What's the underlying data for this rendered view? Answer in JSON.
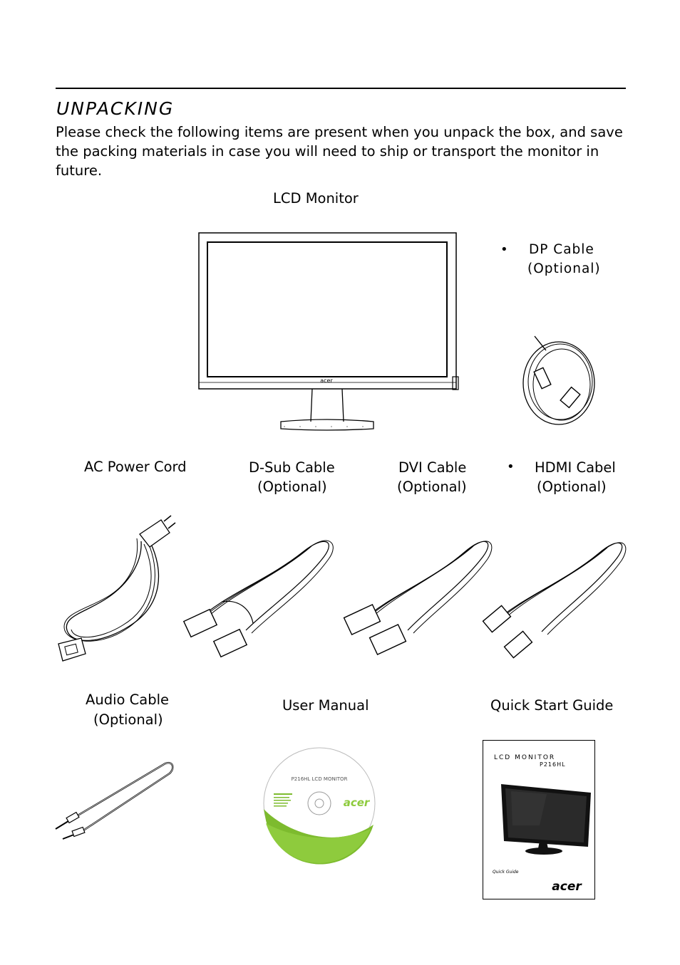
{
  "section": {
    "title": "UNPACKING",
    "intro": "Please check the following items are present when you unpack the box, and save the packing materials in case you will need to ship or transport the monitor in future."
  },
  "items": {
    "lcd_monitor": {
      "label": "LCD Monitor",
      "logo": "acer"
    },
    "dp_cable": {
      "label": "DP   Cable",
      "note": "(Optional)"
    },
    "ac_power_cord": {
      "label": "AC Power Cord"
    },
    "dsub_cable": {
      "label": "D-Sub Cable",
      "note": "(Optional)"
    },
    "dvi_cable": {
      "label": "DVI Cable",
      "note": "(Optional)"
    },
    "hdmi_cable": {
      "label": "HDMI Cabel",
      "note": "(Optional)"
    },
    "audio_cable": {
      "label": "Audio Cable",
      "note": "(Optional)"
    },
    "user_manual": {
      "label": "User Manual",
      "cd_title": "P216HL LCD MONITOR",
      "cd_logo": "acer"
    },
    "quick_start_guide": {
      "label": "Quick Start Guide",
      "cover_title": "LCD MONITOR",
      "cover_model": "P216HL",
      "cover_caption": "Quick Guide",
      "cover_logo": "acer"
    }
  },
  "bullet_glyph": "•"
}
